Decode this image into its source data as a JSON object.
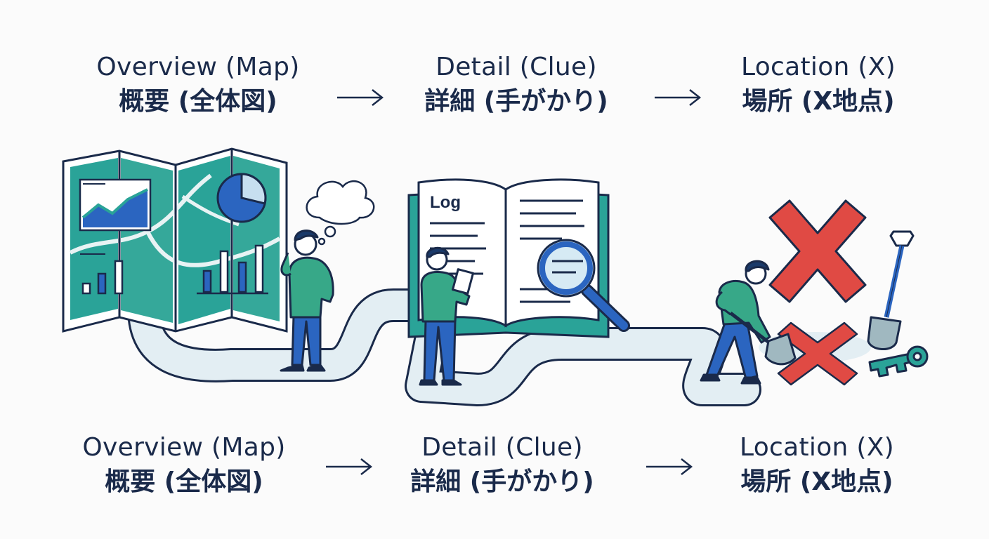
{
  "steps_top": [
    {
      "en": "Overview (Map)",
      "ja": "概要 (全体図)"
    },
    {
      "en": "Detail (Clue)",
      "ja": "詳細 (手がかり)"
    },
    {
      "en": "Location (X)",
      "ja": "場所 (X地点)"
    }
  ],
  "steps_bottom": [
    {
      "en": "Overview (Map)",
      "ja": "概要 (全体図)"
    },
    {
      "en": "Detail (Clue)",
      "ja": "詳細 (手がかり)"
    },
    {
      "en": "Location (X)",
      "ja": "場所 (X地点)"
    }
  ],
  "book": {
    "heading": "Log"
  },
  "icons": [
    "map-icon",
    "thought-bubble-icon",
    "person-thinking-icon",
    "open-book-icon",
    "magnifying-glass-icon",
    "person-reading-icon",
    "x-mark-icon",
    "shovel-icon",
    "key-icon",
    "person-digging-icon"
  ],
  "colors": {
    "navy": "#1a2a4a",
    "teal": "#2aa398",
    "blue": "#2b65c0",
    "green_shirt": "#37a888",
    "red_x": "#e04a44",
    "path": "#e3eef3"
  }
}
